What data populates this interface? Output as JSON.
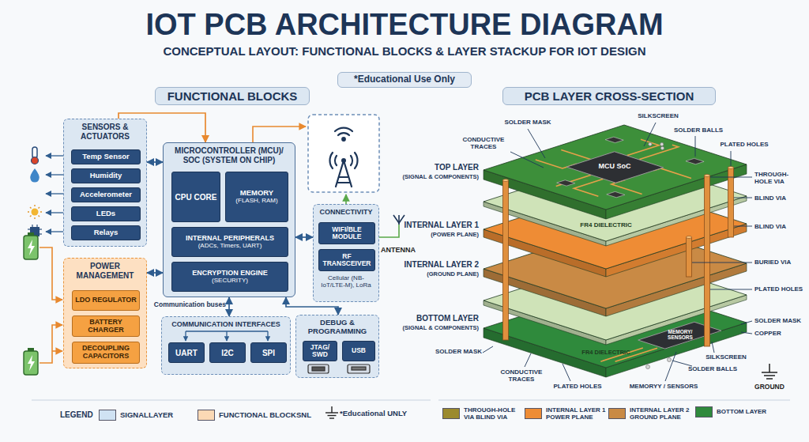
{
  "diagram": {
    "title": "IOT PCB ARCHITECTURE DIAGRAM",
    "nodes": [
      {
        "text": [
          "SENSORS & ACTUATORS"
        ]
      },
      {
        "text": [
          "Temp Sensor"
        ],
        "in": 0
      },
      {
        "text": [
          "Humidity"
        ],
        "in": 0
      },
      {
        "text": [
          "Accelerometer"
        ],
        "in": 0
      },
      {
        "text": [
          "LEDs"
        ],
        "in": 0
      },
      {
        "text": [
          "Relays"
        ],
        "in": 0
      },
      {
        "text": [
          "POWER MANAGEMENT"
        ]
      },
      {
        "text": [
          "LDO REGULATOR"
        ],
        "in": 6
      },
      {
        "text": [
          "BATTERY CHARGER"
        ],
        "in": 6
      },
      {
        "text": [
          "DECOUPLING CAPACITORS"
        ],
        "in": 6
      },
      {
        "text": [
          "MICROCONTROLLER (MCU)/ SOC (SYSTEM ON CHIP)"
        ]
      },
      {
        "text": [
          "CPU CORE"
        ],
        "in": 10
      },
      {
        "text": [
          "MEMORY",
          "(FLASH, RAM)"
        ],
        "in": 10
      },
      {
        "text": [
          "INTERNAL PERIPHERALS",
          "(ADCs, Timers, UART)"
        ],
        "in": 10
      },
      {
        "text": [
          "ENCRYPTION ENGINE",
          "(SECURITY)"
        ],
        "in": 10
      },
      {
        "text": [
          "CONNECTIVITY",
          "Cellular (NB-IoT/LTE-M), LoRa"
        ]
      },
      {
        "text": [
          "WIFI/BLE MODULE"
        ],
        "in": 15
      },
      {
        "text": [
          "RF TRANSCEIVER"
        ],
        "in": 15
      },
      {
        "text": [
          "COMMUNICATION INTERFACES"
        ]
      },
      {
        "text": [
          "UART"
        ],
        "in": 18
      },
      {
        "text": [
          "I2C"
        ],
        "in": 18
      },
      {
        "text": [
          "SPI"
        ],
        "in": 18
      },
      {
        "text": [
          "DEBUG & PROGRAMMING"
        ]
      },
      {
        "text": [
          "JTAG/ SWD"
        ],
        "in": 22
      },
      {
        "text": [
          "USB"
        ],
        "in": 22
      }
    ],
    "edges": [
      {
        "from": 0,
        "to": 10,
        "arrow": "both"
      },
      {
        "from": 0,
        "to": 10,
        "arrow": "to"
      },
      {
        "from": 6,
        "to": 10,
        "arrow": "both"
      },
      {
        "from": 10,
        "to": 15,
        "arrow": "both"
      },
      {
        "from": 10,
        "to": 18,
        "arrow": "both",
        "label": "Communication buses"
      },
      {
        "from": 10,
        "to": 22,
        "arrow": "both"
      }
    ],
    "labels": [
      "CONCEPTUAL LAYOUT: FUNCTIONAL BLOCKS & LAYER STACKUP FOR IOT DESIGN",
      "*Educational Use Only",
      "FUNCTIONAL BLOCKS",
      "PCB LAYER CROSS-SECTION",
      "ANTENNA",
      "SOLDER MASK",
      "SILKSCREEN",
      "CONDUCTIVE TRACES",
      "SOLDER BALLS",
      "PLATED HOLES",
      "MCU SoC",
      "TOP LAYER",
      "(SIGNAL & COMPONENTS)",
      "THROUGH-HOLE VIA",
      "BLIND VIA",
      "FR4 DIELECTRIC",
      "INTERNAL LAYER 1",
      "(POWER PLANE)",
      "BLIND VIA",
      "INTERNAL LAYER 2",
      "(GROUND PLANE)",
      "BURIED VIA",
      "PLATED HOLES",
      "BOTTOM LAYER",
      "(SIGNAL & COMPONENTS)",
      "FR4 DIELECTRIC",
      "MEMORY/ SENSORS",
      "SOLDER MASK",
      "COPPER",
      "SOLDER MASK",
      "SILKSCREEN",
      "CONDUCTIVE TRACES",
      "SOLDER BALLS",
      "PLATED HOLES",
      "MEMORYY / SENSORS",
      "GROUND",
      "LEGEND"
    ],
    "legend": [
      {
        "text": "SIGNALLAYER",
        "color": "#cfe2f3"
      },
      {
        "text": "FUNCTIONAL BLOCKSNL",
        "color": "#fbd9b5"
      },
      {
        "text": "*Educational UNLY"
      },
      {
        "text": "THROUGH-HOLE VIA BLIND VIA",
        "color": "#9b8a2e"
      },
      {
        "text": "INTERNAL LAYER 1 POWER PLANE",
        "color": "#ee8c35"
      },
      {
        "text": "INTERNAL LAYER 2 GROUND PLANE",
        "color": "#c98a45"
      },
      {
        "text": "BOTTOM LAYER",
        "color": "#2f8a3c"
      }
    ]
  }
}
